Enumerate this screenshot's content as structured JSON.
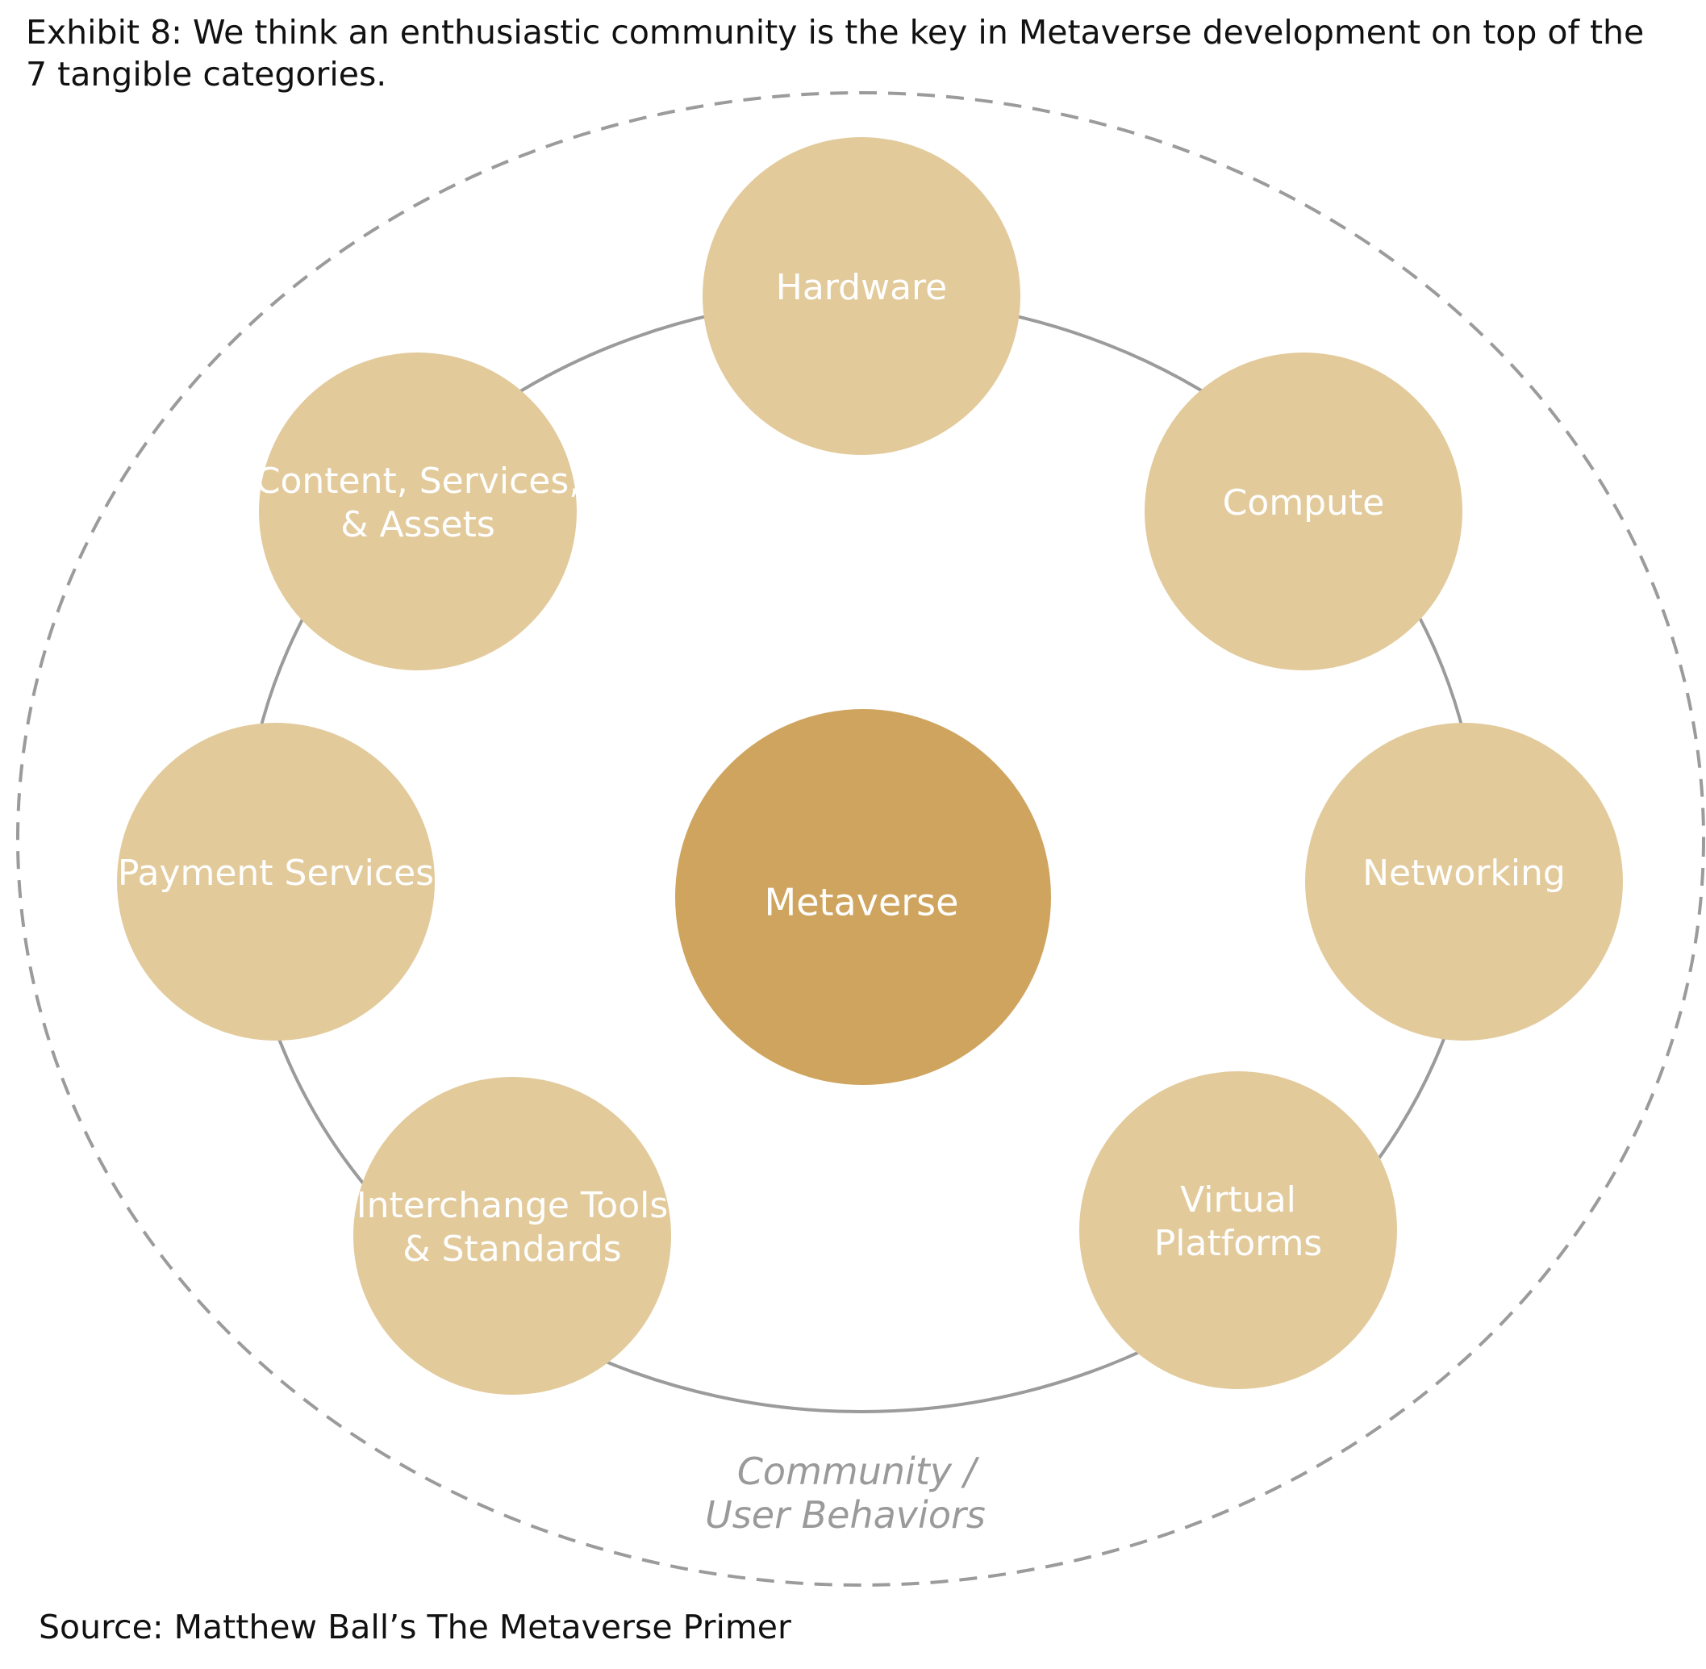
{
  "title": "Exhibit 8: We think an enthusiastic community is the key in Metaverse development on top of the 7 tangible categories.",
  "source": "Source: Matthew Ball’s The Metaverse Primer",
  "center": {
    "label": "Metaverse",
    "color": "#CFA45F"
  },
  "node_color": "#E2CA9B",
  "ring_color": "#9B9B9B",
  "boundary_color": "#9B9B9B",
  "nodes": [
    {
      "lines": [
        "Hardware"
      ]
    },
    {
      "lines": [
        "Compute"
      ]
    },
    {
      "lines": [
        "Networking"
      ]
    },
    {
      "lines": [
        "Virtual",
        "Platforms"
      ]
    },
    {
      "lines": [
        "Interchange Tools",
        "& Standards"
      ]
    },
    {
      "lines": [
        "Payment Services"
      ]
    },
    {
      "lines": [
        "Content, Services,",
        "& Assets"
      ]
    }
  ],
  "community": {
    "lines": [
      "Community /",
      "User Behaviors"
    ]
  }
}
